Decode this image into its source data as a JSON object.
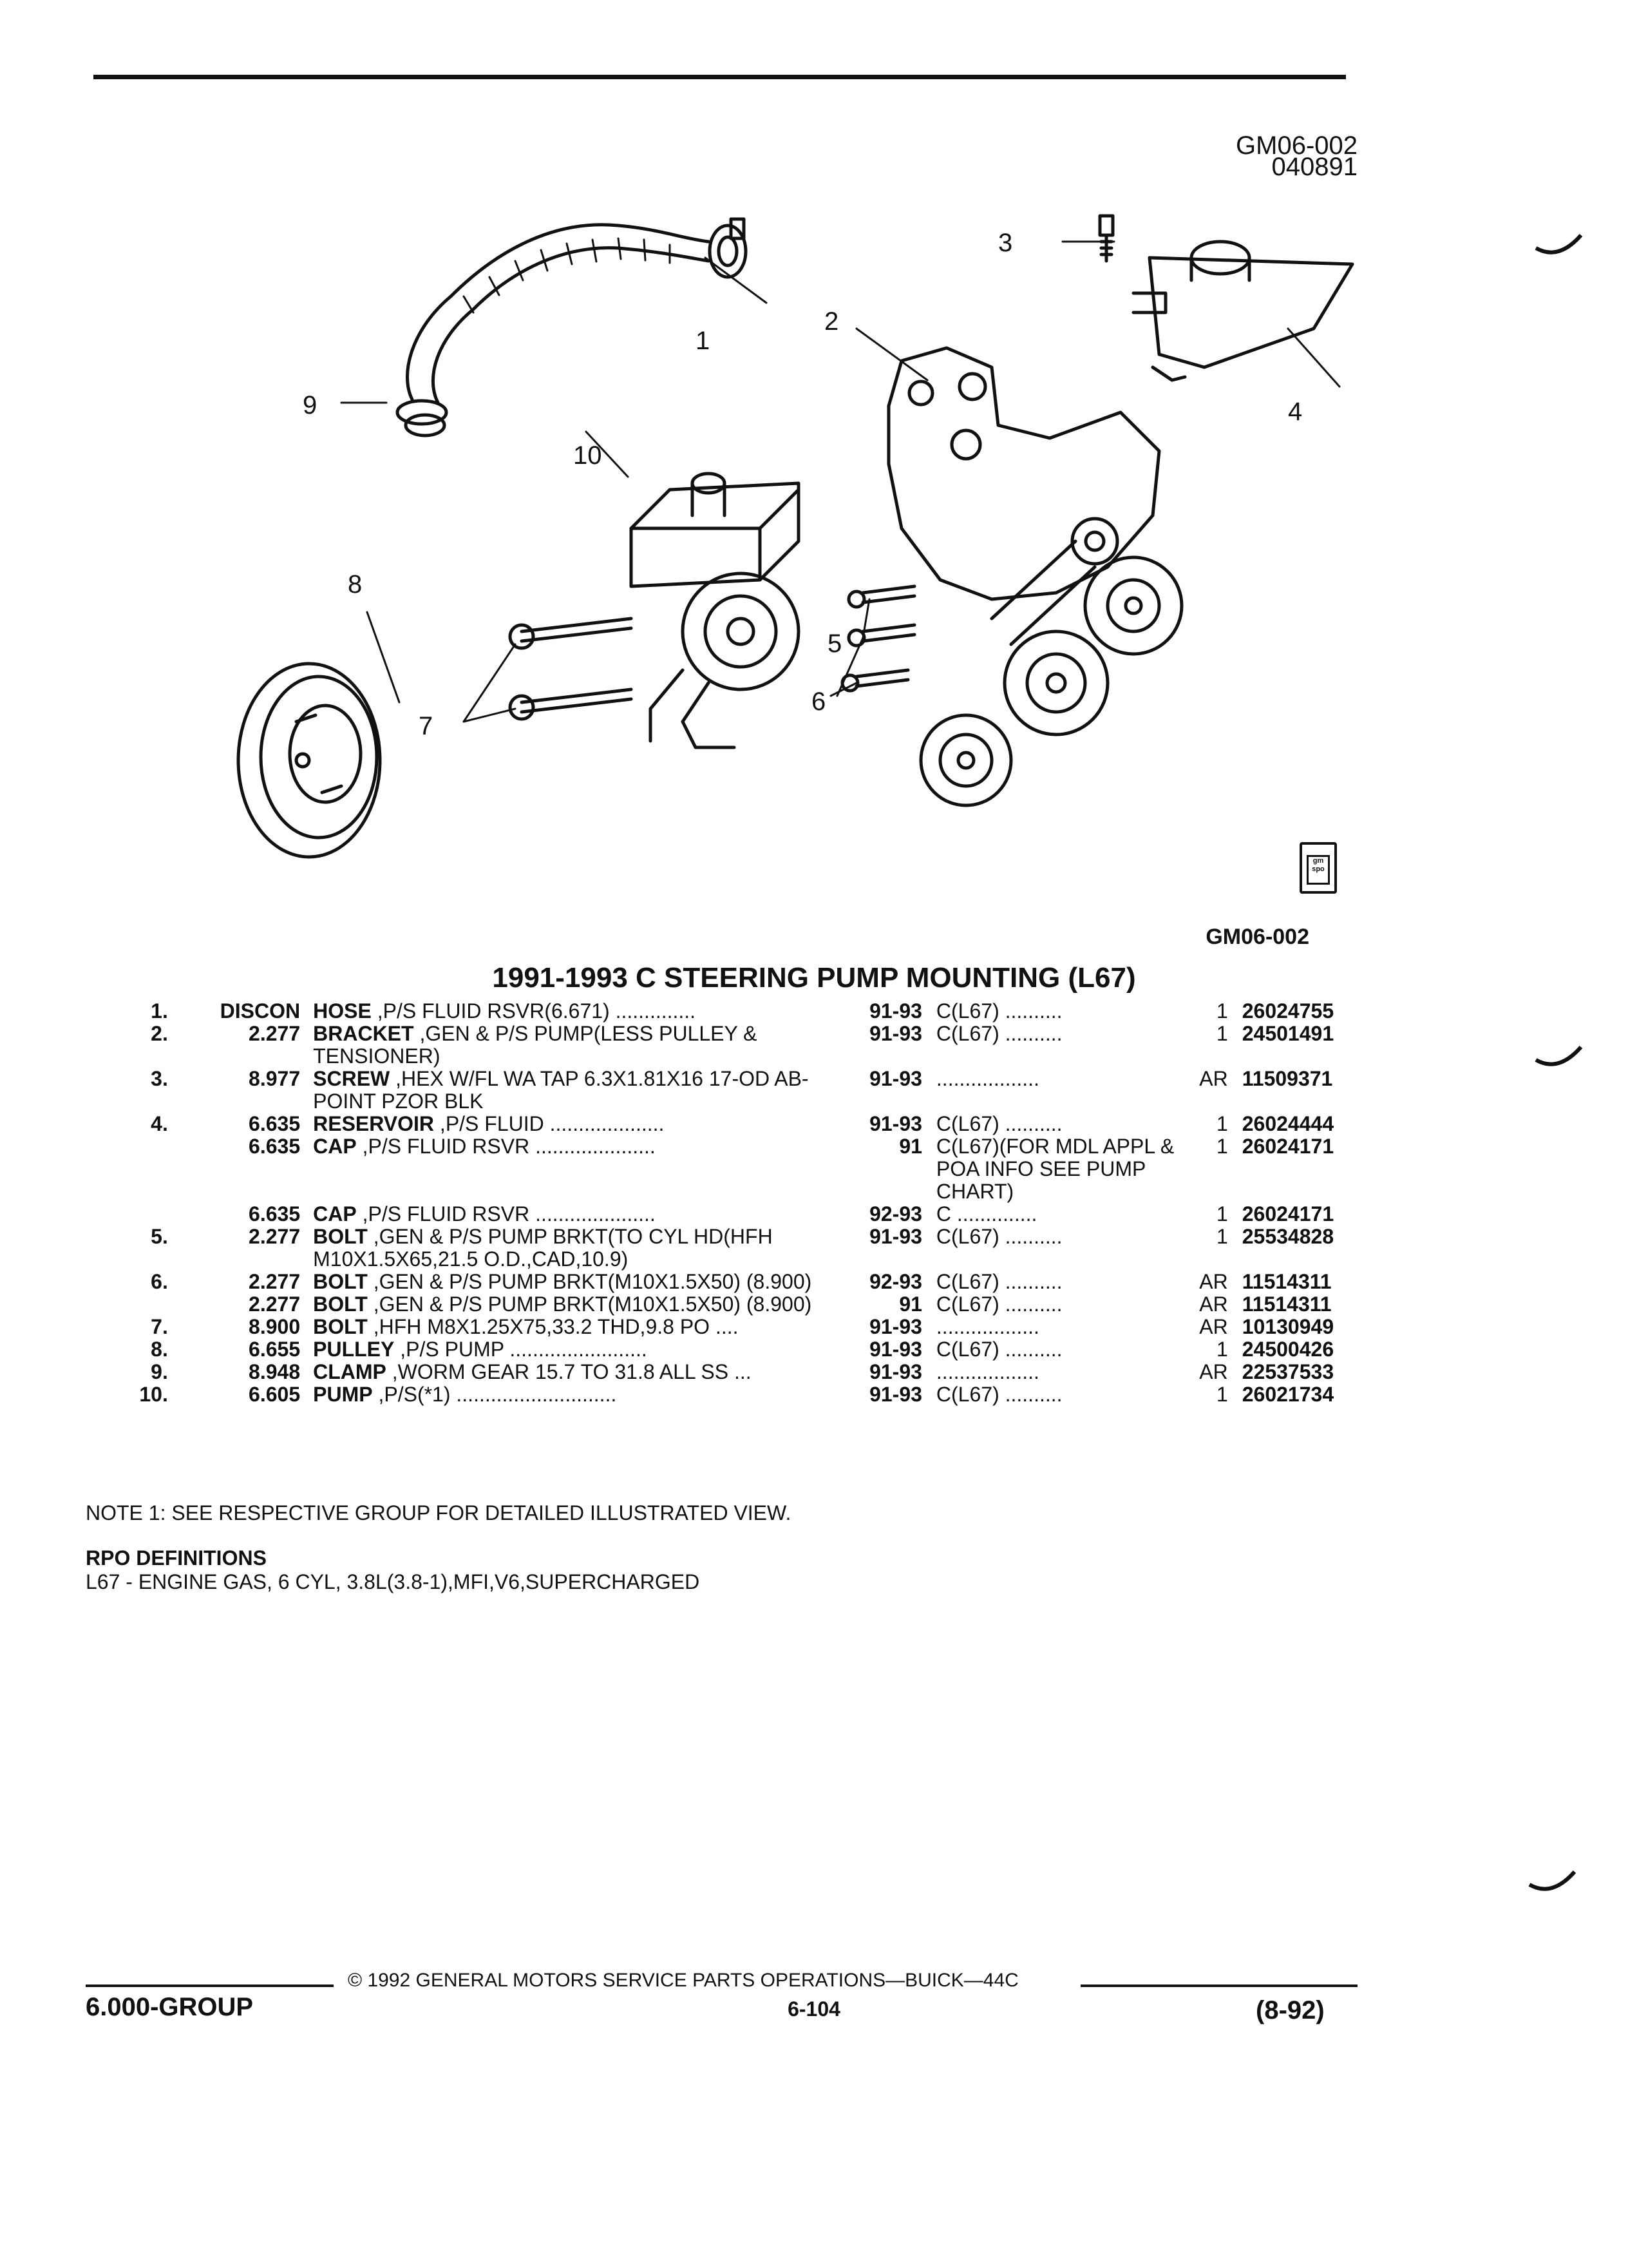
{
  "figure": {
    "id": "GM06-002",
    "date_code": "040891",
    "bottom_id": "GM06-002",
    "callouts": [
      "1",
      "2",
      "3",
      "4",
      "5",
      "6",
      "7",
      "8",
      "9",
      "10"
    ],
    "badge": "gm spo"
  },
  "title": "1991-1993 C STEERING PUMP MOUNTING (L67)",
  "parts": [
    {
      "no": "1.",
      "group": "DISCON",
      "name": "HOSE",
      "desc": " ,P/S FLUID RSVR(6.671) ..............",
      "years": "91-93",
      "rpo": "C(L67) ..........",
      "qty": "1",
      "part": "26024755"
    },
    {
      "no": "2.",
      "group": "2.277",
      "name": "BRACKET",
      "desc": " ,GEN & P/S PUMP(LESS PULLEY & TENSIONER)",
      "years": "91-93",
      "rpo": "C(L67) ..........",
      "qty": "1",
      "part": "24501491"
    },
    {
      "no": "3.",
      "group": "8.977",
      "name": "SCREW",
      "desc": " ,HEX W/FL WA TAP 6.3X1.81X16 17-OD AB-POINT PZOR BLK",
      "years": "91-93",
      "rpo": "..................",
      "qty": "AR",
      "part": "11509371"
    },
    {
      "no": "4.",
      "group": "6.635",
      "name": "RESERVOIR",
      "desc": " ,P/S FLUID ....................",
      "years": "91-93",
      "rpo": "C(L67) ..........",
      "qty": "1",
      "part": "26024444"
    },
    {
      "no": "",
      "group": "6.635",
      "name": "CAP",
      "desc": " ,P/S FLUID RSVR .....................",
      "years": "91",
      "rpo": "C(L67)(FOR MDL APPL & POA INFO SEE PUMP CHART)",
      "qty": "1",
      "part": "26024171"
    },
    {
      "no": "",
      "group": "6.635",
      "name": "CAP",
      "desc": " ,P/S FLUID RSVR .....................",
      "years": "92-93",
      "rpo": "C ..............",
      "qty": "1",
      "part": "26024171"
    },
    {
      "no": "5.",
      "group": "2.277",
      "name": "BOLT",
      "desc": " ,GEN & P/S PUMP BRKT(TO CYL HD(HFH M10X1.5X65,21.5 O.D.,CAD,10.9)",
      "years": "91-93",
      "rpo": "C(L67) ..........",
      "qty": "1",
      "part": "25534828"
    },
    {
      "no": "6.",
      "group": "2.277",
      "name": "BOLT",
      "desc": " ,GEN & P/S PUMP BRKT(M10X1.5X50) (8.900)",
      "years": "92-93",
      "rpo": "C(L67) ..........",
      "qty": "AR",
      "part": "11514311"
    },
    {
      "no": "",
      "group": "2.277",
      "name": "BOLT",
      "desc": " ,GEN & P/S PUMP BRKT(M10X1.5X50) (8.900)",
      "years": "91",
      "rpo": "C(L67) ..........",
      "qty": "AR",
      "part": "11514311"
    },
    {
      "no": "7.",
      "group": "8.900",
      "name": "BOLT",
      "desc": " ,HFH M8X1.25X75,33.2 THD,9.8 PO ....",
      "years": "91-93",
      "rpo": "..................",
      "qty": "AR",
      "part": "10130949"
    },
    {
      "no": "8.",
      "group": "6.655",
      "name": "PULLEY",
      "desc": " ,P/S PUMP ........................",
      "years": "91-93",
      "rpo": "C(L67) ..........",
      "qty": "1",
      "part": "24500426"
    },
    {
      "no": "9.",
      "group": "8.948",
      "name": "CLAMP",
      "desc": " ,WORM GEAR 15.7 TO 31.8 ALL SS ...",
      "years": "91-93",
      "rpo": "..................",
      "qty": "AR",
      "part": "22537533"
    },
    {
      "no": "10.",
      "group": "6.605",
      "name": "PUMP",
      "desc": " ,P/S(*1) ............................",
      "years": "91-93",
      "rpo": "C(L67) ..........",
      "qty": "1",
      "part": "26021734"
    }
  ],
  "note": "NOTE 1: SEE RESPECTIVE GROUP FOR DETAILED ILLUSTRATED VIEW.",
  "rpo_heading": "RPO DEFINITIONS",
  "rpo_definition": "L67 - ENGINE GAS, 6 CYL, 3.8L(3.8-1),MFI,V6,SUPERCHARGED",
  "footer": {
    "copyright": "© 1992 GENERAL MOTORS SERVICE PARTS OPERATIONS—BUICK—44C",
    "group": "6.000-GROUP",
    "page": "6-104",
    "date": "(8-92)"
  }
}
